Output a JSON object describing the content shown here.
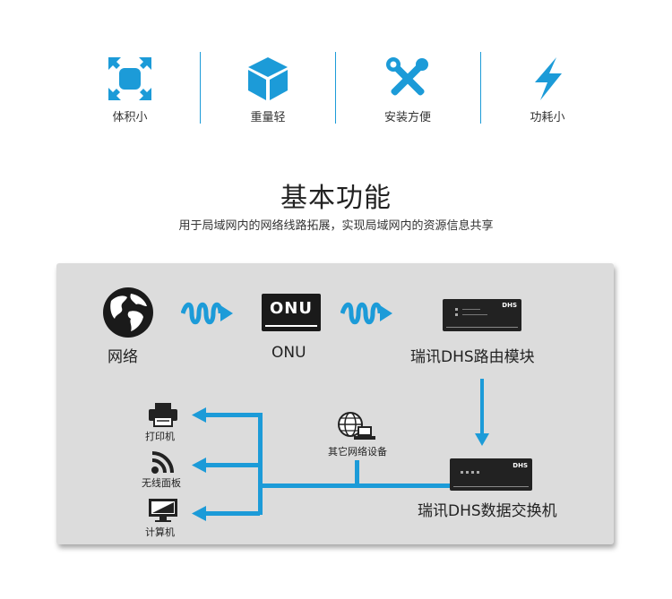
{
  "features": [
    {
      "label": "体积小",
      "icon": "resize-icon"
    },
    {
      "label": "重量轻",
      "icon": "cube-icon"
    },
    {
      "label": "安装方便",
      "icon": "tools-icon"
    },
    {
      "label": "功耗小",
      "icon": "lightning-icon"
    }
  ],
  "section": {
    "title": "基本功能",
    "subtitle": "用于局域网内的网络线路拓展，实现局域网内的资源信息共享"
  },
  "diagram": {
    "network_label": "网络",
    "onu_badge": "ONU",
    "onu_label": "ONU",
    "router_label": "瑞讯DHS路由模块",
    "switch_label": "瑞讯DHS数据交换机",
    "other_devices_label": "其它网络设备",
    "printer_label": "打印机",
    "wireless_label": "无线面板",
    "computer_label": "计算机",
    "device_brand": "DHS"
  },
  "colors": {
    "accent": "#1c9bd8",
    "panel": "#dcdcdc"
  }
}
